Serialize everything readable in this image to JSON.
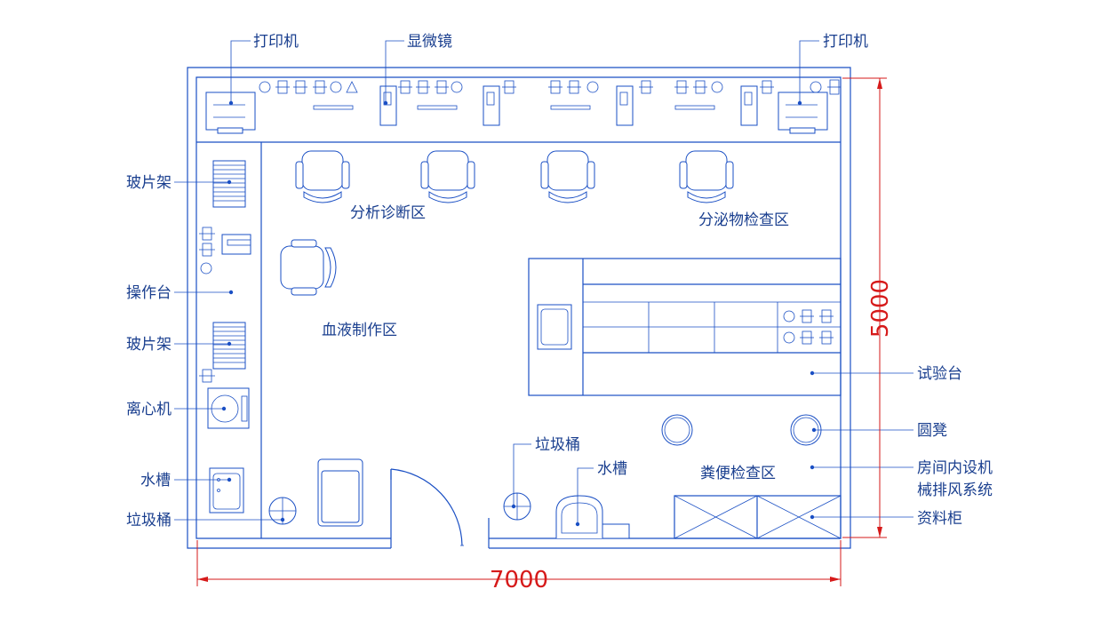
{
  "colors": {
    "line": "#1a4fc4",
    "label": "#1a3f8f",
    "dimension": "#d61a1a"
  },
  "labels": {
    "printer_left": "打印机",
    "microscope": "显微镜",
    "printer_right": "打印机",
    "slide_rack_top": "玻片架",
    "workbench": "操作台",
    "slide_rack_bottom": "玻片架",
    "centrifuge": "离心机",
    "sink_left": "水槽",
    "trash_left": "垃圾桶",
    "trash_mid": "垃圾桶",
    "sink_mid": "水槽",
    "analysis_zone": "分析诊断区",
    "secretion_zone": "分泌物检查区",
    "blood_zone": "血液制作区",
    "stool_zone": "粪便检查区",
    "test_bench": "试验台",
    "round_stool": "圆凳",
    "ventilation_line1": "房间内设机",
    "ventilation_line2": "械排风系统",
    "file_cabinet": "资料柜"
  },
  "dimensions": {
    "width": "7000",
    "height": "5000"
  }
}
